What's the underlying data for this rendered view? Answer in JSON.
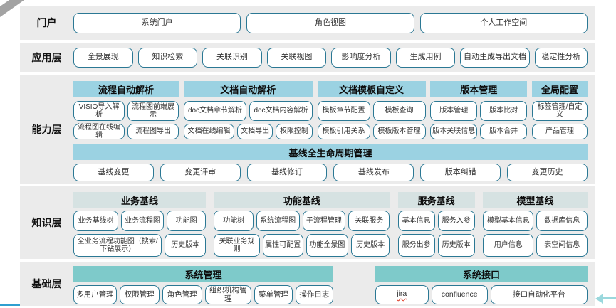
{
  "layers": {
    "portal": {
      "label": "门户",
      "items": [
        "系统门户",
        "角色视图",
        "个人工作空间"
      ]
    },
    "application": {
      "label": "应用层",
      "items": [
        "全景展现",
        "知识检索",
        "关联识别",
        "关联视图",
        "影响度分析",
        "生成用例",
        "自动生成导出文档",
        "稳定性分析"
      ]
    },
    "capability": {
      "label": "能力层",
      "groups": [
        {
          "title": "流程自动解析",
          "rows": [
            [
              "VISIO导入解析",
              "流程图前端展示"
            ],
            [
              "流程图在线编辑",
              "流程图导出"
            ]
          ]
        },
        {
          "title": "文档自动解析",
          "rows": [
            [
              "doc文档章节解析",
              "doc文档内容解析"
            ],
            [
              "文档在线编辑",
              "文档导出",
              "权限控制"
            ]
          ]
        },
        {
          "title": "文档模板自定义",
          "rows": [
            [
              "模板章节配置",
              "模板查询"
            ],
            [
              "模板引用关系",
              "模板版本管理"
            ]
          ]
        },
        {
          "title": "版本管理",
          "rows": [
            [
              "版本管理",
              "版本比对"
            ],
            [
              "版本关联信息",
              "版本合并"
            ]
          ]
        },
        {
          "title": "全局配置",
          "rows": [
            [
              "标签管理/自定义"
            ],
            [
              "产品管理"
            ]
          ]
        }
      ],
      "baseline": {
        "title": "基线全生命周期管理",
        "items": [
          "基线变更",
          "变更评审",
          "基线修订",
          "基线发布",
          "版本纠错",
          "变更历史"
        ]
      }
    },
    "knowledge": {
      "label": "知识层",
      "groups": [
        {
          "title": "业务基线",
          "rows": [
            [
              "业务基线树",
              "业务流程图",
              "功能图"
            ],
            [
              "全业务流程功能图（搜索/下钻展示）",
              "历史版本"
            ]
          ]
        },
        {
          "title": "功能基线",
          "rows": [
            [
              "功能树",
              "系统流程图",
              "子流程管理",
              "关联服务"
            ],
            [
              "关联业务规则",
              "属性可配置",
              "功能全景图",
              "历史版本"
            ]
          ]
        },
        {
          "title": "服务基线",
          "rows": [
            [
              "基本信息",
              "服务入参"
            ],
            [
              "服务出参",
              "历史版本"
            ]
          ]
        },
        {
          "title": "模型基线",
          "rows": [
            [
              "模型基本信息",
              "数据库信息"
            ],
            [
              "用户信息",
              "表空间信息"
            ]
          ]
        }
      ]
    },
    "foundation": {
      "label": "基础层",
      "groups": [
        {
          "title": "系统管理",
          "rows": [
            [
              "多用户管理",
              "权限管理",
              "角色管理",
              "组织机构管理",
              "菜单管理",
              "操作日志"
            ]
          ]
        },
        {
          "title": "系统接口",
          "rows": [
            [
              "jira",
              "confluence",
              "接口自动化平台"
            ]
          ]
        }
      ]
    }
  },
  "colors": {
    "band_bg": "#ebebeb",
    "box_border": "#2b7894",
    "capability_header": "#9bd2e2",
    "knowledge_header": "#d6e2e2",
    "foundation_header": "#7ecaca",
    "accent_line": "#2f9fd0",
    "arrow": "#9ad8dd"
  }
}
